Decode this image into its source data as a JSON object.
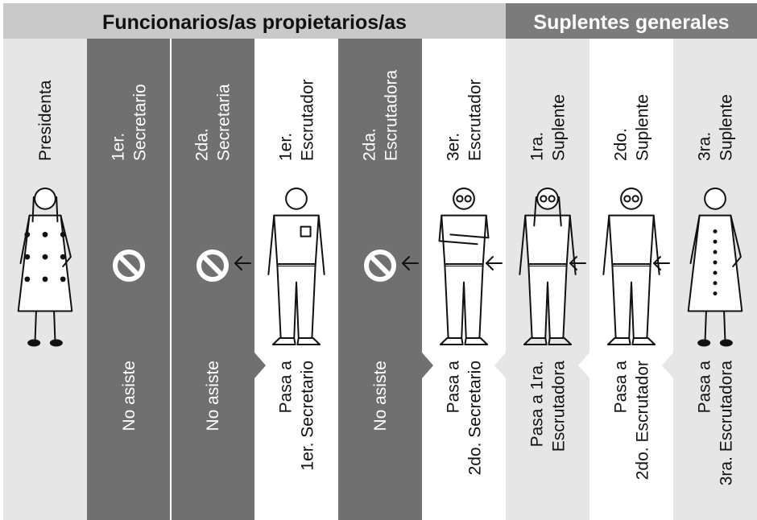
{
  "headers": {
    "owners": "Funcionarios/as propietarios/as",
    "substitutes": "Suplentes generales"
  },
  "colors": {
    "header_dark": "#7b7b7b",
    "header_light": "#c9c9c9",
    "absent_column": "#707070",
    "light_column": "#e6e6e6",
    "white_column": "#ffffff",
    "ink": "#111111"
  },
  "columns": [
    {
      "role_lines": [
        "Presidenta"
      ],
      "status_lines": [],
      "shade": "light",
      "person": "woman-dress",
      "absent": false,
      "arrow": false
    },
    {
      "role_lines": [
        "1er.",
        "Secretario"
      ],
      "status_lines": [
        "No asiste"
      ],
      "shade": "dark",
      "person": null,
      "absent": true,
      "arrow": false
    },
    {
      "role_lines": [
        "2da.",
        "Secretaria"
      ],
      "status_lines": [
        "No asiste"
      ],
      "shade": "dark",
      "person": null,
      "absent": true,
      "arrow": true
    },
    {
      "role_lines": [
        "1er.",
        "Escrutador"
      ],
      "status_lines": [
        "Pasa a",
        "1er. Secretario"
      ],
      "shade": "white",
      "person": "man-bald",
      "absent": false,
      "arrow": false
    },
    {
      "role_lines": [
        "2da.",
        "Escrutadora"
      ],
      "status_lines": [
        "No asiste"
      ],
      "shade": "dark",
      "person": null,
      "absent": true,
      "arrow": true
    },
    {
      "role_lines": [
        "3er.",
        "Escrutador"
      ],
      "status_lines": [
        "Pasa a",
        "2do. Secretario"
      ],
      "shade": "white",
      "person": "man-crossed-arms",
      "absent": false,
      "arrow": true
    },
    {
      "role_lines": [
        "1ra.",
        "Suplente"
      ],
      "status_lines": [
        "Pasa a 1ra.",
        "Escrutadora"
      ],
      "shade": "light",
      "person": "woman-jacket",
      "absent": false,
      "arrow": true
    },
    {
      "role_lines": [
        "2do.",
        "Suplente"
      ],
      "status_lines": [
        "Pasa a",
        "2do. Escrutador"
      ],
      "shade": "white",
      "person": "man-glasses",
      "absent": false,
      "arrow": true
    },
    {
      "role_lines": [
        "3ra.",
        "Suplente"
      ],
      "status_lines": [
        "Pasa a",
        "3ra. Escrutadora"
      ],
      "shade": "light",
      "person": "woman-sundress",
      "absent": false,
      "arrow": false
    }
  ],
  "icons": {
    "absent": "prohibited-icon",
    "replacement": "arrow-left-icon"
  }
}
